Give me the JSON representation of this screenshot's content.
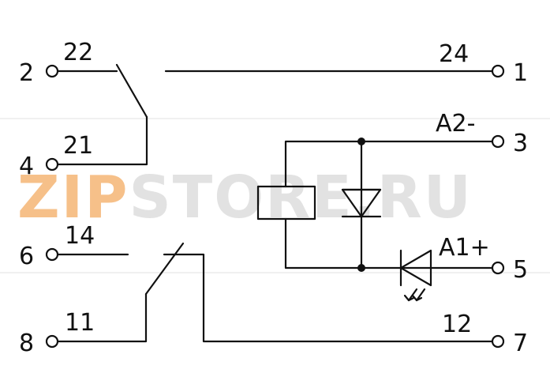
{
  "watermark": {
    "part1": "ZIP",
    "part2": "STORE.RU",
    "color_orange": "#f6c089",
    "color_grey": "#e2e2e2"
  },
  "terminals": {
    "t2": {
      "pin": "2",
      "contact": "22"
    },
    "t4": {
      "pin": "4",
      "contact": "21"
    },
    "t6": {
      "pin": "6",
      "contact": "14"
    },
    "t8": {
      "pin": "8",
      "contact": "11"
    },
    "t1": {
      "pin": "1",
      "contact": "24"
    },
    "t3": {
      "pin": "3",
      "contact": "A2-"
    },
    "t5": {
      "pin": "5",
      "contact": "A1+"
    },
    "t7": {
      "pin": "7",
      "contact": "12"
    }
  },
  "colors": {
    "line": "#111111",
    "background": "#ffffff"
  }
}
